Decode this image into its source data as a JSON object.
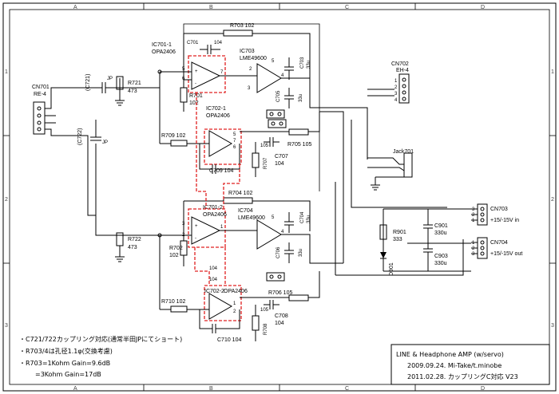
{
  "grid": {
    "cols": [
      "A",
      "B",
      "C",
      "D"
    ],
    "rows": [
      "1",
      "2",
      "3"
    ]
  },
  "ics": {
    "ic701_1": {
      "ref": "IC701-1",
      "part": "OPA2406"
    },
    "ic702_1": {
      "ref": "IC702-1",
      "part": "OPA2406"
    },
    "ic701_2": {
      "ref": "IC701-2",
      "part": "OPA2406"
    },
    "ic702_2": {
      "ref": "IC702-2",
      "part": "OPA2406"
    },
    "ic703": {
      "ref": "IC703",
      "part": "LME49600"
    },
    "ic704": {
      "ref": "IC704",
      "part": "LME49600"
    }
  },
  "labels": {
    "r703": "R703  102",
    "r704": "R704  102",
    "c701": "C701",
    "c701v": "104",
    "r721": "R721",
    "r721v": "473",
    "r722": "R722",
    "r722v": "473",
    "c721": "(C721)",
    "c722": "(C722)",
    "jp1": "JP",
    "jp2": "JP",
    "r701": "R701",
    "r701v": "102",
    "r702": "R702",
    "r702v": "102",
    "r709": "R709  102",
    "r710": "R710  102",
    "c709": "C709  104",
    "c710": "C710  104",
    "c707": "C707",
    "c707v": "104",
    "c708": "C708",
    "c708v": "104",
    "r705": "R705  105",
    "r706": "R706  105",
    "r707": "R707",
    "r708": "R708",
    "v105a": "105",
    "v105b": "105",
    "v104a": "104",
    "v104b": "104",
    "c703": "C703",
    "c703v": "33u",
    "c704": "C704",
    "c704v": "33u",
    "c705": "C705",
    "c705v": "33u",
    "c706": "C706",
    "c706v": "33u",
    "cn701": "CN701",
    "cn701b": "RE-4",
    "cn702": "CN702",
    "cn702b": "EH-4",
    "jack": "Jack701",
    "cn703": "CN703",
    "cn703n": "+15/-15V in",
    "cn704": "CN704",
    "cn704n": "+15/-15V out",
    "r901": "R901",
    "r901v": "333",
    "d901": "D901",
    "c901": "C901",
    "c901v": "330u",
    "c903": "C903",
    "c903v": "330u"
  },
  "notes": [
    "・C721/722カップリング対応(通常半田JPにてショート)",
    "・R703/4は孔径1.1φ(交換考慮)",
    "・R703=1Kohm Gain=9.6dB",
    "=3Kohm Gain=17dB"
  ],
  "title_block": {
    "line1": "LINE & Headphone AMP (w/servo)",
    "line2": "2009.09.24.  Mi-Take/t.minobe",
    "line3": "2011.02.28. カップリングC対応  V23"
  }
}
